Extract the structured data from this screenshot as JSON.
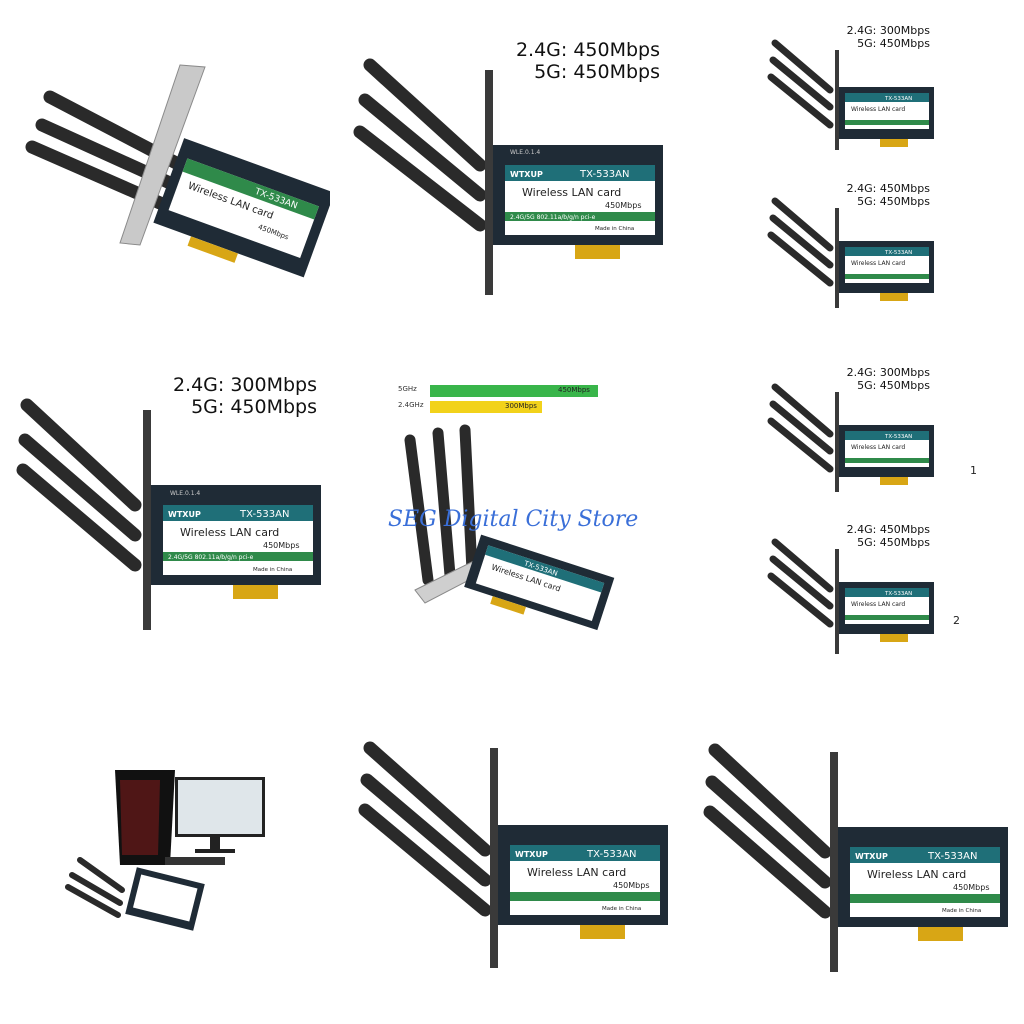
{
  "product": {
    "brand": "WTXUP",
    "model": "TX-533AN",
    "title": "Wireless LAN card",
    "speed": "450Mbps",
    "std": "2.4G/5G 802.11a/b/g/n pci-e",
    "origin": "Made in China",
    "silk": "WLE.0.1.4"
  },
  "specs": {
    "p2": {
      "l1": "2.4G: 450Mbps",
      "l2": "5G: 450Mbps"
    },
    "p3a": {
      "l1": "2.4G: 300Mbps",
      "l2": "5G: 450Mbps"
    },
    "p3b": {
      "l1": "2.4G: 450Mbps",
      "l2": "5G: 450Mbps"
    },
    "p4": {
      "l1": "2.4G: 300Mbps",
      "l2": "5G: 450Mbps"
    },
    "p6a": {
      "l1": "2.4G: 300Mbps",
      "l2": "5G: 450Mbps"
    },
    "p6b": {
      "l1": "2.4G: 450Mbps",
      "l2": "5G: 450Mbps"
    }
  },
  "speed_bars": [
    {
      "band": "5GHz",
      "value": "450Mbps",
      "fraction": 1.0,
      "color": "#39b54a"
    },
    {
      "band": "2.4GHz",
      "value": "300Mbps",
      "fraction": 0.667,
      "color": "#f2d21b"
    }
  ],
  "watermark": "SEG Digital City Store",
  "labels": {
    "n1": "1",
    "n2": "2"
  },
  "colors": {
    "pcb": "#1f2b36",
    "label_green": "#2f8a4a",
    "label_teal": "#1f6f78",
    "gold": "#d8a615",
    "antenna": "#2a2a2a"
  }
}
